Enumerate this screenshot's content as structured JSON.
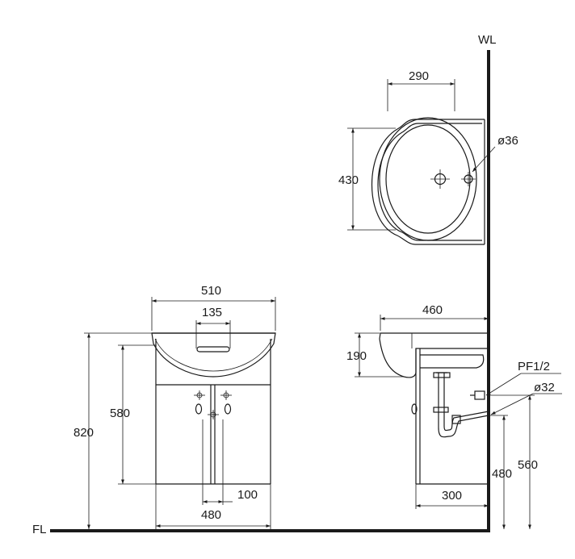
{
  "labels": {
    "wall": "WL",
    "floor": "FL"
  },
  "dimensions": {
    "top_width": "290",
    "top_depth": "430",
    "tap_hole": "ø36",
    "front_width": "510",
    "front_hole_spacing": "135",
    "front_basin_height": "580",
    "front_total_height": "820",
    "front_leg_width": "480",
    "front_leg_offset": "100",
    "side_depth": "460",
    "side_bowl_height": "190",
    "side_cabinet_depth": "300",
    "side_outlet_height": "480",
    "side_supply_height": "560",
    "supply_fitting": "PF1/2",
    "waste_diameter": "ø32"
  }
}
